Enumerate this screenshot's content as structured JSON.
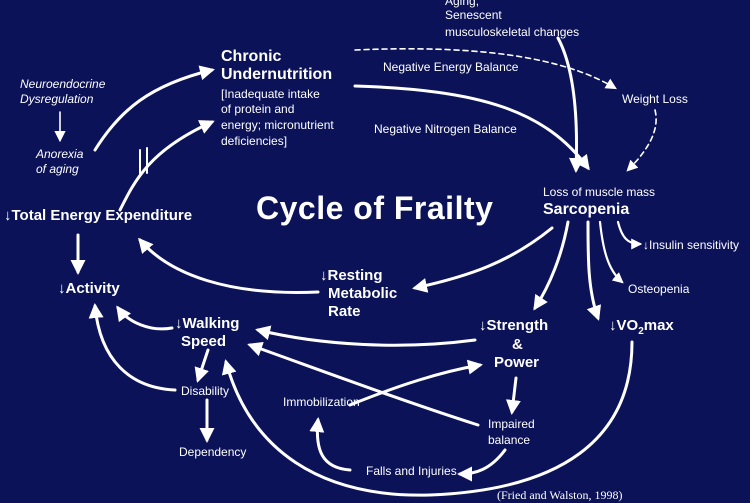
{
  "title": "Cycle of Frailty",
  "nodes": {
    "aging": "Aging;",
    "senescent": "Senescent",
    "musculoskeletal": "musculoskeletal changes",
    "chronic_1": "Chronic",
    "chronic_2": "Undernutrition",
    "chronic_desc_1": "[Inadequate intake",
    "chronic_desc_2": "of protein and",
    "chronic_desc_3": "energy; micronutrient",
    "chronic_desc_4": "deficiencies]",
    "neuro_1": "Neuroendocrine",
    "neuro_2": "Dysregulation",
    "anorexia_1": "Anorexia",
    "anorexia_2": "of aging",
    "negative_energy": "Negative Energy Balance",
    "negative_nitrogen": "Negative Nitrogen Balance",
    "weight_loss": "Weight Loss",
    "loss_muscle": "Loss of muscle mass",
    "sarcopenia": "Sarcopenia",
    "insulin": "↓Insulin sensitivity",
    "osteopenia": "Osteopenia",
    "tee": "↓Total Energy Expenditure",
    "activity": "↓Activity",
    "rmr_1": "↓Resting",
    "rmr_2": "Metabolic",
    "rmr_3": "Rate",
    "walking_1": "↓Walking",
    "walking_2": "Speed",
    "strength_1": "↓Strength",
    "strength_2": "&",
    "strength_3": "Power",
    "vo2_a": "↓VO",
    "vo2_sub": "2",
    "vo2_b": "max",
    "disability": "Disability",
    "dependency": "Dependency",
    "immobilization": "Immobilization",
    "impaired_1": "Impaired",
    "impaired_2": "balance",
    "falls": "Falls and Injuries"
  },
  "citation": "(Fried and Walston, 1998)",
  "colors": {
    "background": "#0b1257",
    "foreground": "#ffffff"
  }
}
